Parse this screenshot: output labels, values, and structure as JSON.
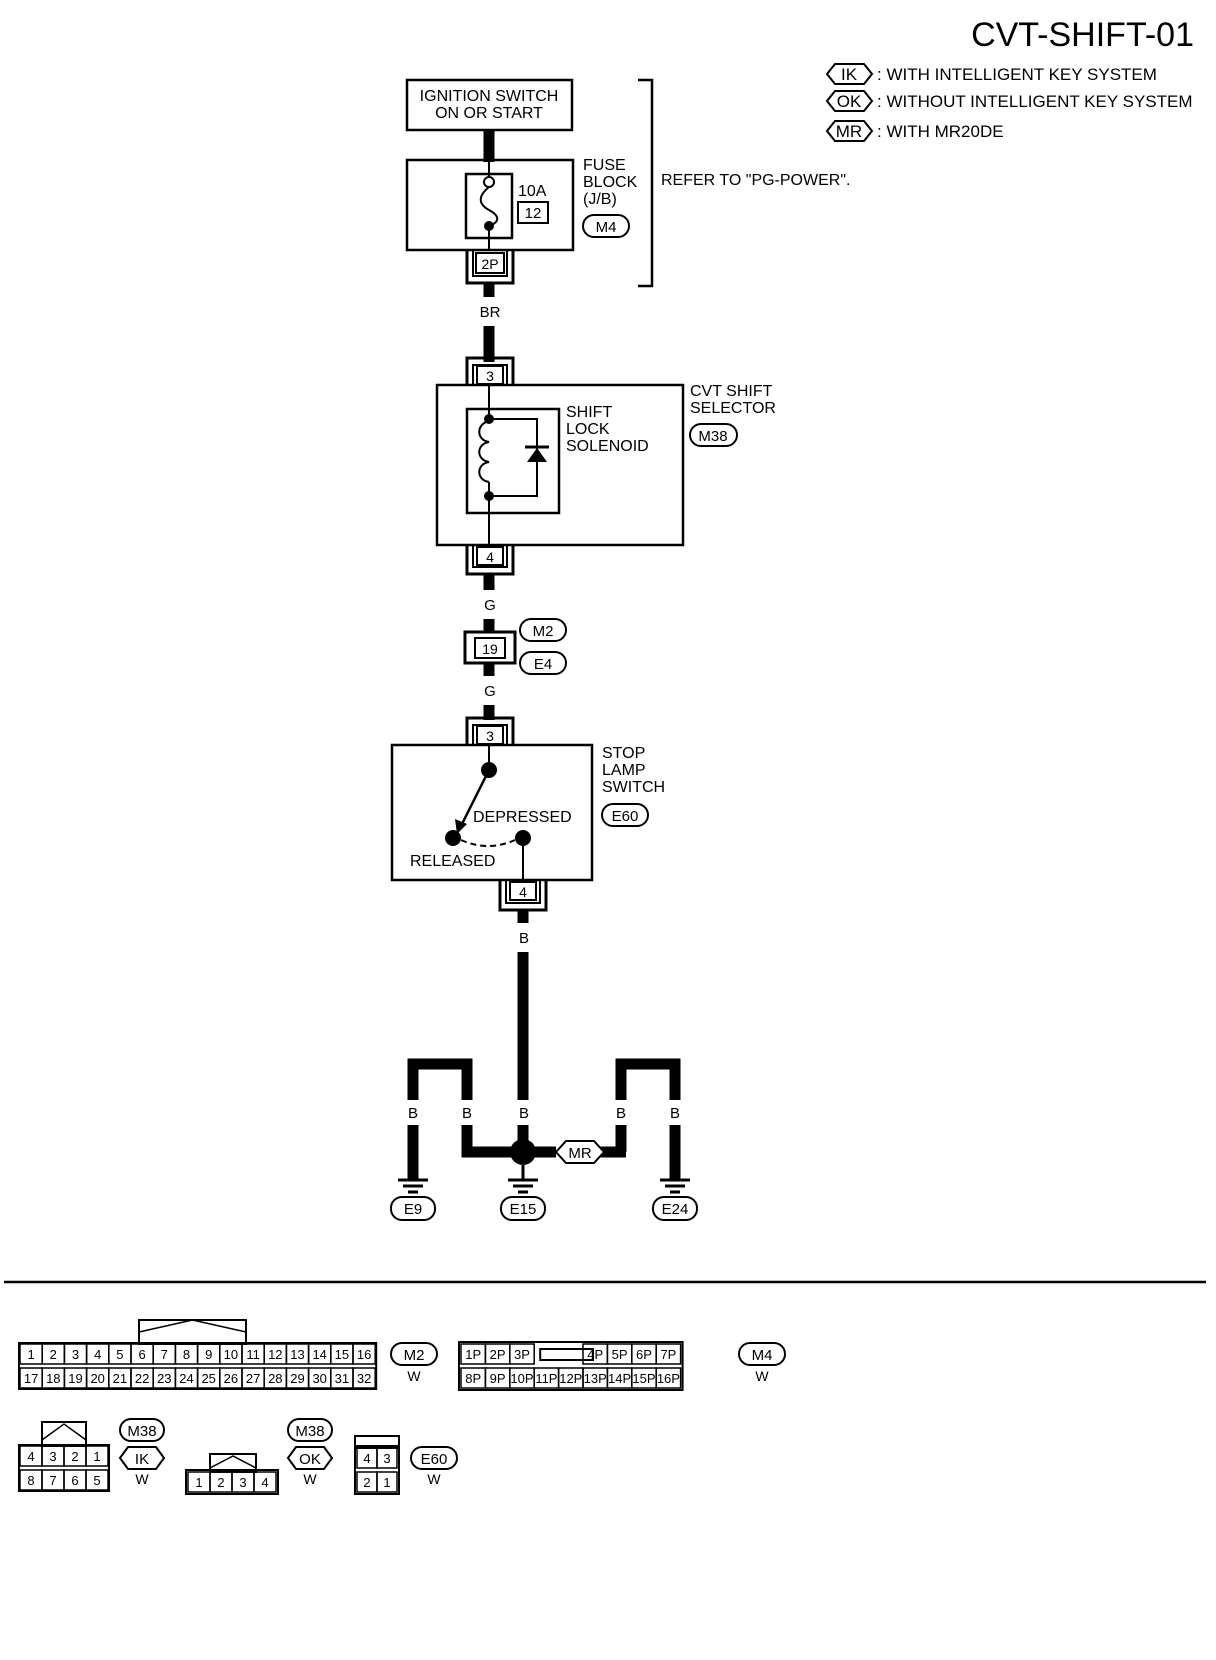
{
  "title": "CVT-SHIFT-01",
  "legend": [
    {
      "code": "IK",
      "text": ": WITH INTELLIGENT KEY SYSTEM"
    },
    {
      "code": "OK",
      "text": ": WITHOUT INTELLIGENT KEY SYSTEM"
    },
    {
      "code": "MR",
      "text": ":  WITH MR20DE"
    }
  ],
  "ignition": {
    "line1": "IGNITION SWITCH",
    "line2": "ON OR START"
  },
  "fuse_block": {
    "label_lines": [
      "FUSE",
      "BLOCK",
      "(J/B)"
    ],
    "connector": "M4",
    "rating": "10A",
    "fuse_no": "12",
    "terminal": "2P",
    "refer": "REFER TO \"PG-POWER\"."
  },
  "wires": {
    "br": "BR",
    "g1": "G",
    "g2": "G",
    "b_main": "B",
    "b_e9": "B",
    "b_e15_l": "B",
    "b_e15_c": "B",
    "b_e24_l": "B",
    "b_e24_r": "B"
  },
  "shift_selector": {
    "label_lines": [
      "CVT SHIFT",
      "SELECTOR"
    ],
    "connector": "M38",
    "terminal_in": "3",
    "terminal_out": "4",
    "solenoid_lines": [
      "SHIFT",
      "LOCK",
      "SOLENOID"
    ]
  },
  "joint": {
    "terminal": "19",
    "conn_top": "M2",
    "conn_bottom": "E4"
  },
  "stop_lamp": {
    "label_lines": [
      "STOP",
      "LAMP",
      "SWITCH"
    ],
    "connector": "E60",
    "terminal_in": "3",
    "terminal_out": "4",
    "depressed": "DEPRESSED",
    "released": "RELEASED"
  },
  "grounds": {
    "e9": "E9",
    "e15": "E15",
    "e24": "E24",
    "mr": "MR"
  },
  "connectors": {
    "m2": {
      "id": "M2",
      "color": "W",
      "row1": [
        "1",
        "2",
        "3",
        "4",
        "5",
        "6",
        "7",
        "8",
        "9",
        "10",
        "11",
        "12",
        "13",
        "14",
        "15",
        "16"
      ],
      "row2": [
        "17",
        "18",
        "19",
        "20",
        "21",
        "22",
        "23",
        "24",
        "25",
        "26",
        "27",
        "28",
        "29",
        "30",
        "31",
        "32"
      ]
    },
    "m4": {
      "id": "M4",
      "color": "W",
      "row1": [
        "1P",
        "2P",
        "3P",
        "4P",
        "5P",
        "6P",
        "7P"
      ],
      "row2": [
        "8P",
        "9P",
        "10P",
        "11P",
        "12P",
        "13P",
        "14P",
        "15P",
        "16P"
      ]
    },
    "m38_ik": {
      "id": "M38",
      "tag": "IK",
      "color": "W",
      "row1": [
        "4",
        "3",
        "2",
        "1"
      ],
      "row2": [
        "8",
        "7",
        "6",
        "5"
      ]
    },
    "m38_ok": {
      "id": "M38",
      "tag": "OK",
      "color": "W",
      "row1": [
        "1",
        "2",
        "3",
        "4"
      ]
    },
    "e60": {
      "id": "E60",
      "color": "W",
      "row1": [
        "4",
        "3"
      ],
      "row2": [
        "2",
        "1"
      ]
    }
  }
}
